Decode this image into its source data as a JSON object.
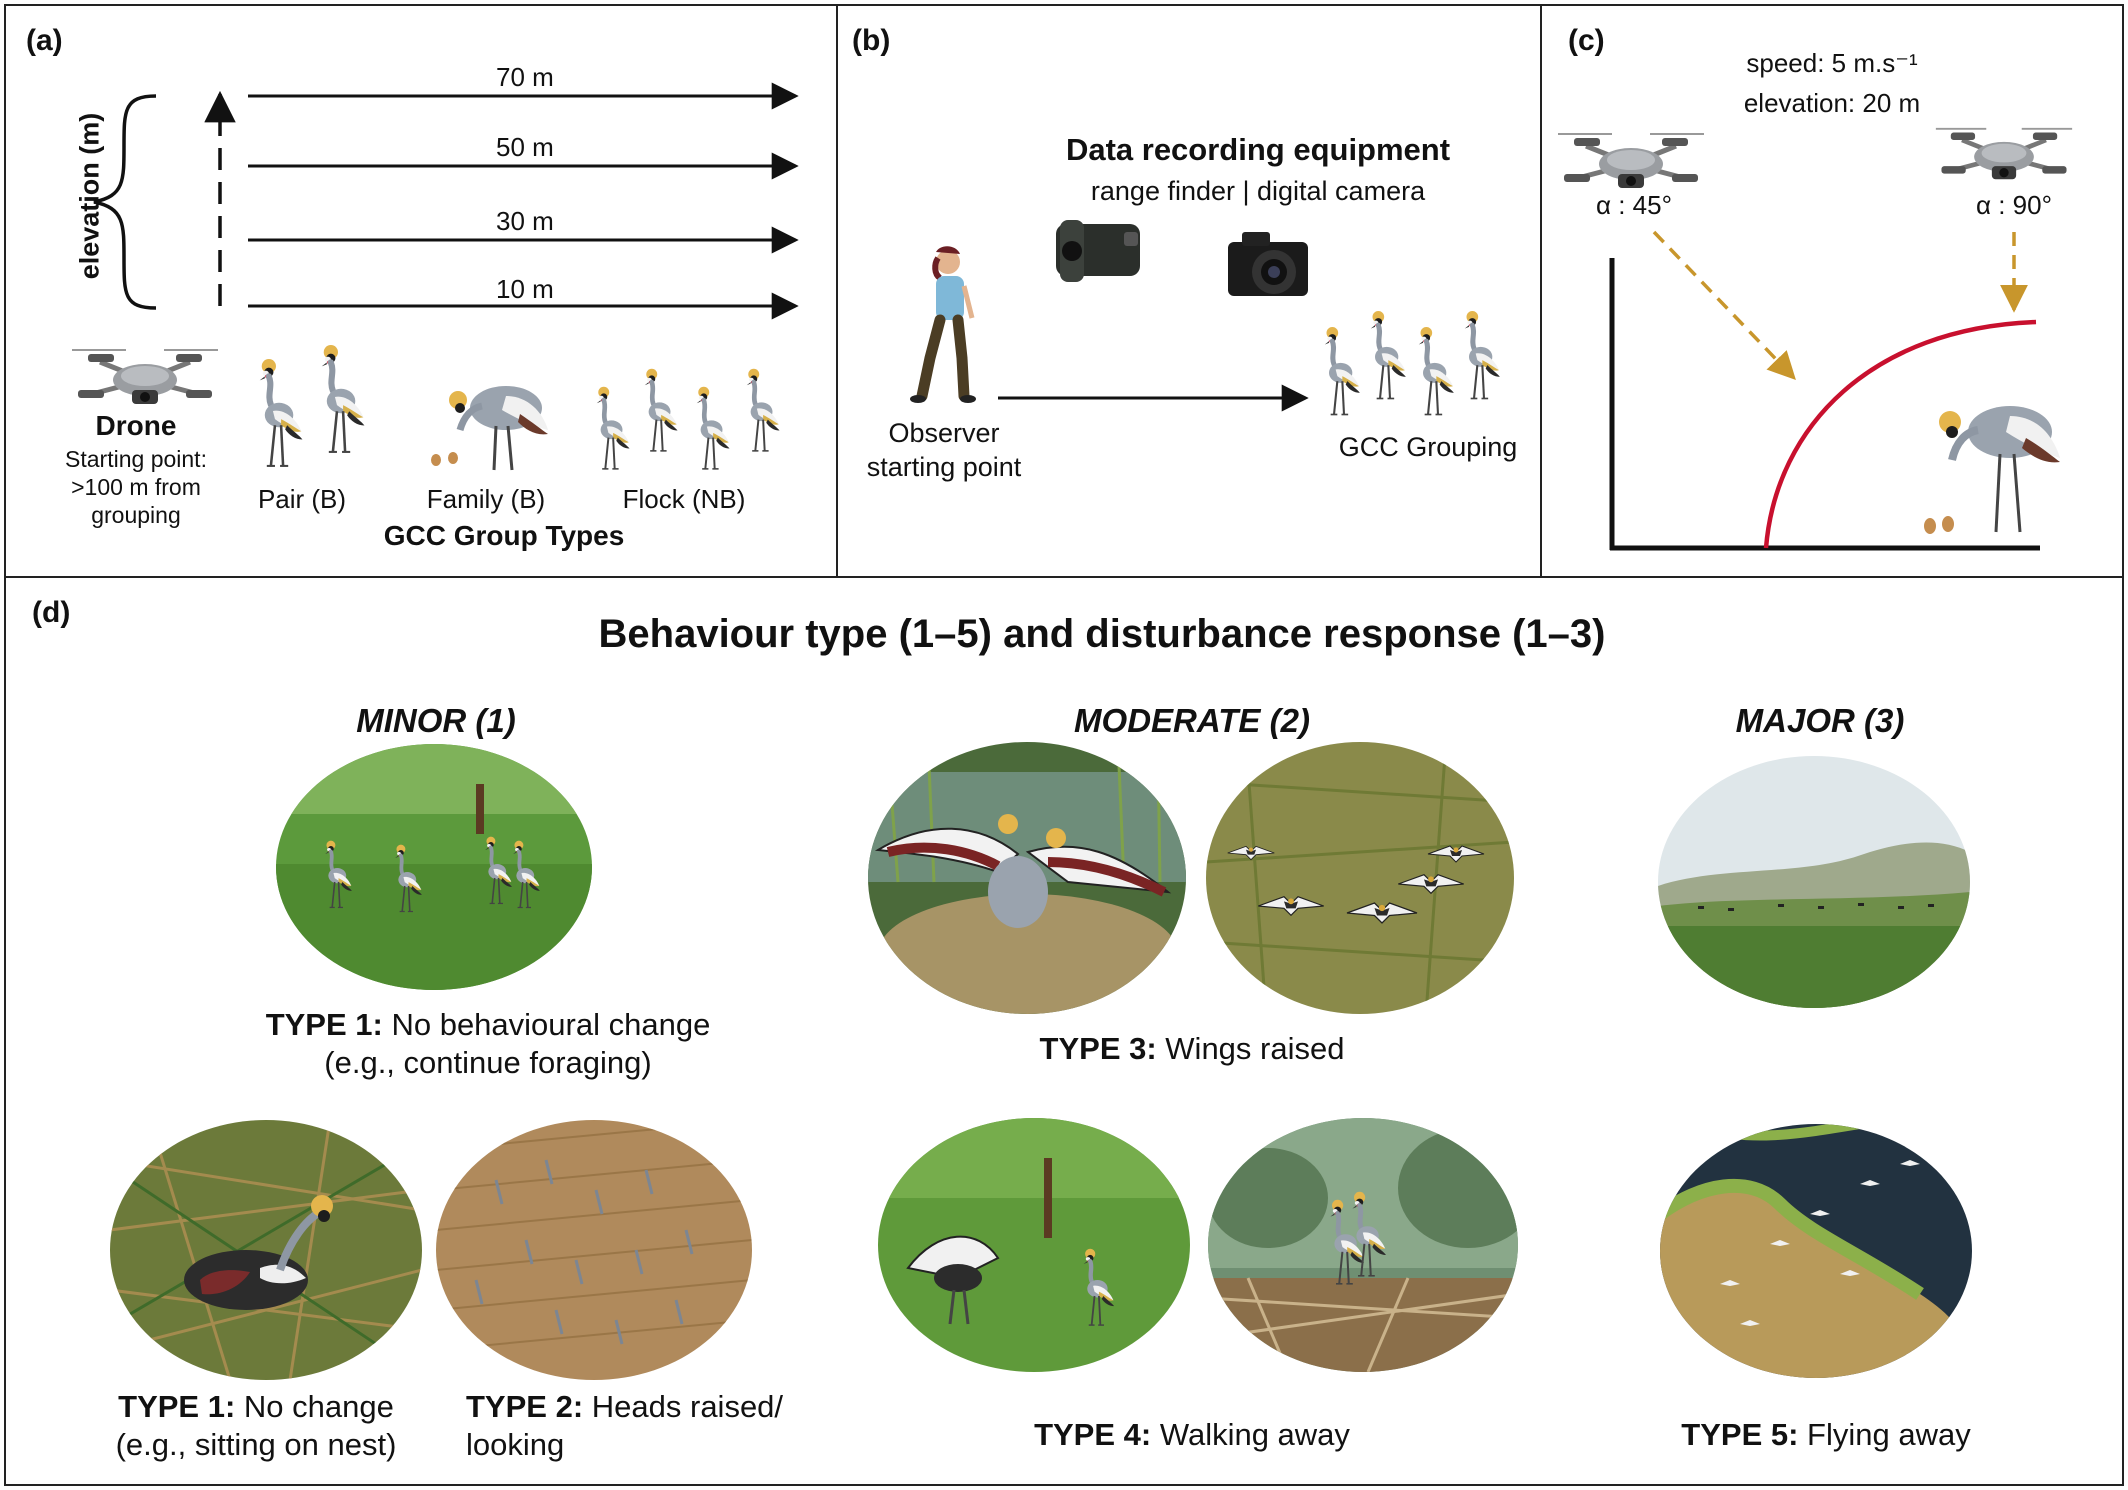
{
  "panel_a": {
    "label": "(a)",
    "elevation_label": "elevation (m)",
    "lines": [
      "70 m",
      "50 m",
      "30 m",
      "10 m"
    ],
    "drone_label": "Drone",
    "drone_note_1": "Starting point:",
    "drone_note_2": ">100 m from",
    "drone_note_3": "grouping",
    "groups": [
      "Pair (B)",
      "Family (B)",
      "Flock (NB)"
    ],
    "group_types_title": "GCC Group Types"
  },
  "panel_b": {
    "label": "(b)",
    "title": "Data recording equipment",
    "subtitle": "range finder | digital camera",
    "observer_1": "Observer",
    "observer_2": "starting point",
    "grouping": "GCC Grouping"
  },
  "panel_c": {
    "label": "(c)",
    "speed": "speed: 5 m.s⁻¹",
    "elevation": "elevation: 20 m",
    "angle_1": "α : 45°",
    "angle_2": "α : 90°"
  },
  "panel_d": {
    "label": "(d)",
    "title": "Behaviour type (1–5) and disturbance response (1–3)",
    "minor": "MINOR (1)",
    "moderate": "MODERATE (2)",
    "major": "MAJOR (3)",
    "type1a_bold": "TYPE 1:",
    "type1a_text": " No behavioural change",
    "type1a_line2": "(e.g., continue foraging)",
    "type1b_bold": "TYPE 1:",
    "type1b_text": " No change",
    "type1b_line2": "(e.g., sitting on nest)",
    "type2_bold": "TYPE 2:",
    "type2_text": " Heads raised/",
    "type2_line2": "looking",
    "type3_bold": "TYPE 3:",
    "type3_text": " Wings raised",
    "type4_bold": "TYPE 4:",
    "type4_text": " Walking away",
    "type5_bold": "TYPE 5:",
    "type5_text": " Flying away"
  },
  "colors": {
    "arrow_gold": "#c8962c",
    "curve_red": "#c8102e",
    "grass": "#5f9a3a",
    "sky": "#dfe7ea"
  }
}
